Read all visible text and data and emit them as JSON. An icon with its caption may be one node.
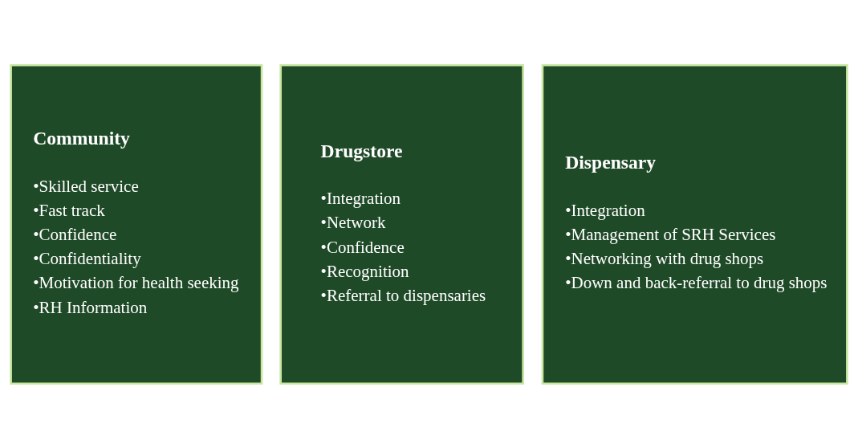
{
  "diagram": {
    "nodes": [
      {
        "text": [
          "Community",
          "•Skilled service",
          "•Fast track",
          "•Confidence",
          "•Confidentiality",
          "•Motivation for health seeking",
          "•RH Information"
        ]
      },
      {
        "text": [
          "Drugstore",
          "•Integration",
          "•Network",
          "•Confidence",
          "•Recognition",
          "•Referral to dispensaries"
        ]
      },
      {
        "text": [
          "Dispensary",
          "•Integration",
          "•Management of SRH Services",
          "•Networking with drug shops",
          "•Down and back-referral to drug shops"
        ]
      }
    ]
  }
}
